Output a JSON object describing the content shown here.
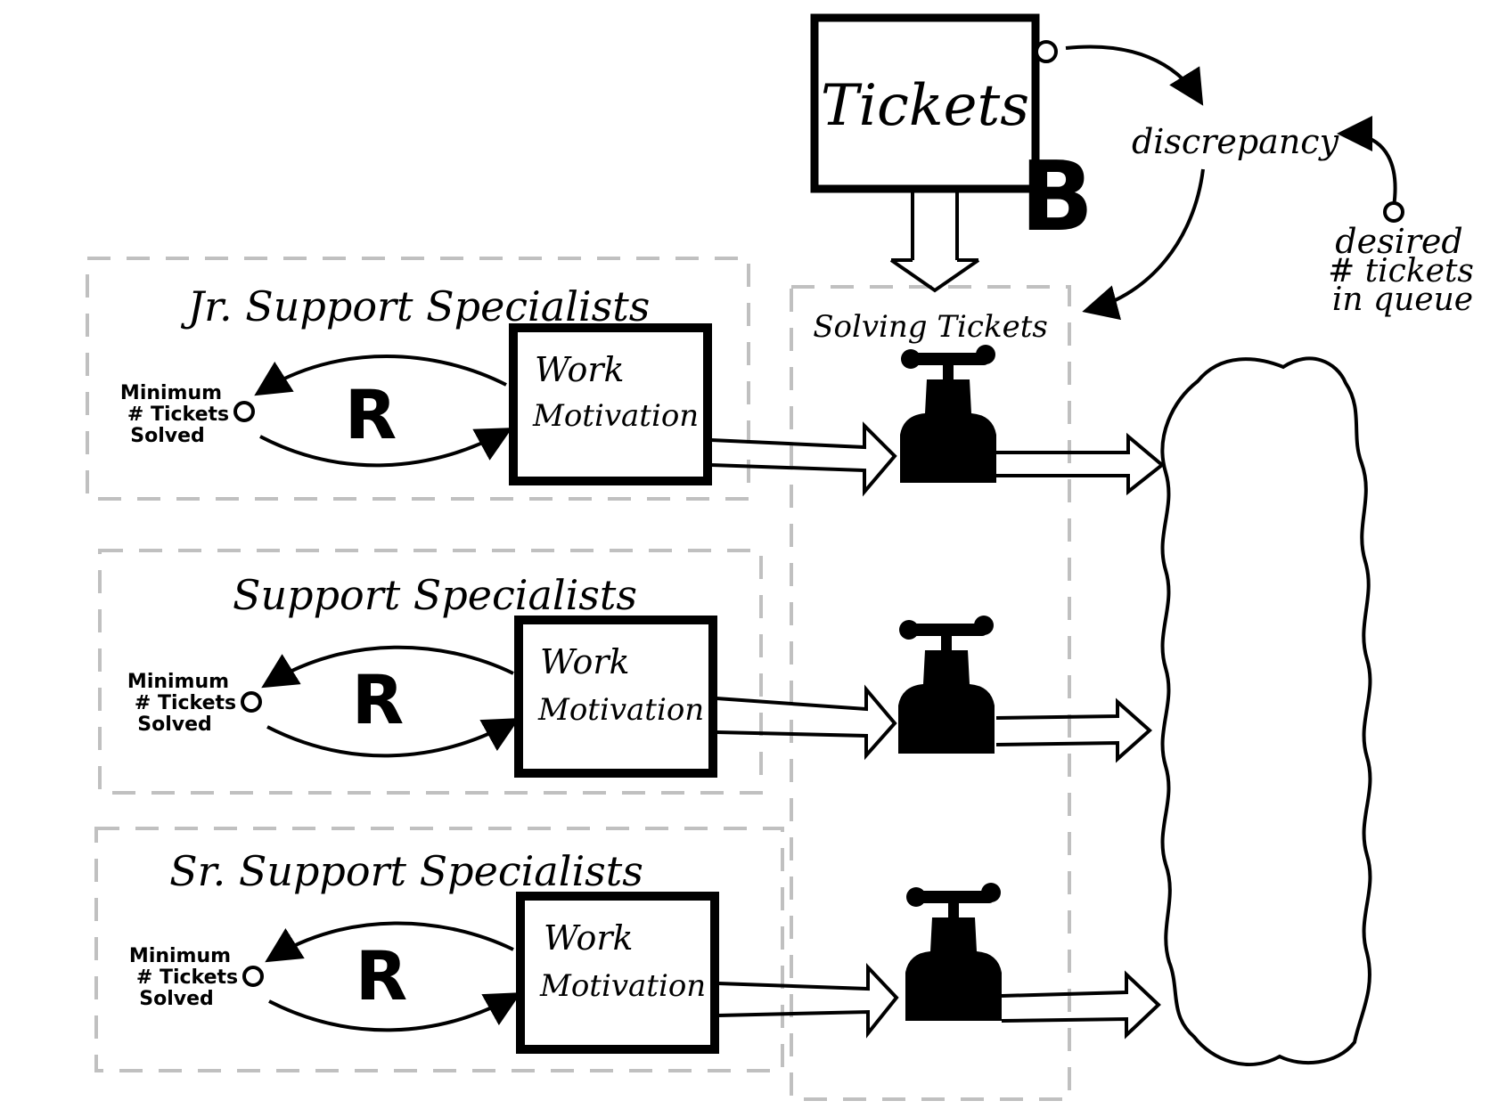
{
  "stock": {
    "label": "Tickets"
  },
  "balancing_loop": {
    "marker": "B"
  },
  "discrepancy": {
    "label": "discrepancy"
  },
  "desired": {
    "line1": "desired",
    "line2": "# tickets",
    "line3": "in queue"
  },
  "flow": {
    "label": "Solving Tickets"
  },
  "groups": [
    {
      "title": "Jr. Support Specialists",
      "motivation_line1": "Work",
      "motivation_line2": "Motivation",
      "minimum_line1": "Minimum",
      "minimum_line2": "# Tickets",
      "minimum_line3": "Solved",
      "loop_marker": "R"
    },
    {
      "title": "Support Specialists",
      "motivation_line1": "Work",
      "motivation_line2": "Motivation",
      "minimum_line1": "Minimum",
      "minimum_line2": "# Tickets",
      "minimum_line3": "Solved",
      "loop_marker": "R"
    },
    {
      "title": "Sr. Support Specialists",
      "motivation_line1": "Work",
      "motivation_line2": "Motivation",
      "minimum_line1": "Minimum",
      "minimum_line2": "# Tickets",
      "minimum_line3": "Solved",
      "loop_marker": "R"
    }
  ],
  "colors": {
    "ink": "#000000",
    "dashed_border": "#c0c0c0",
    "background": "#ffffff"
  }
}
